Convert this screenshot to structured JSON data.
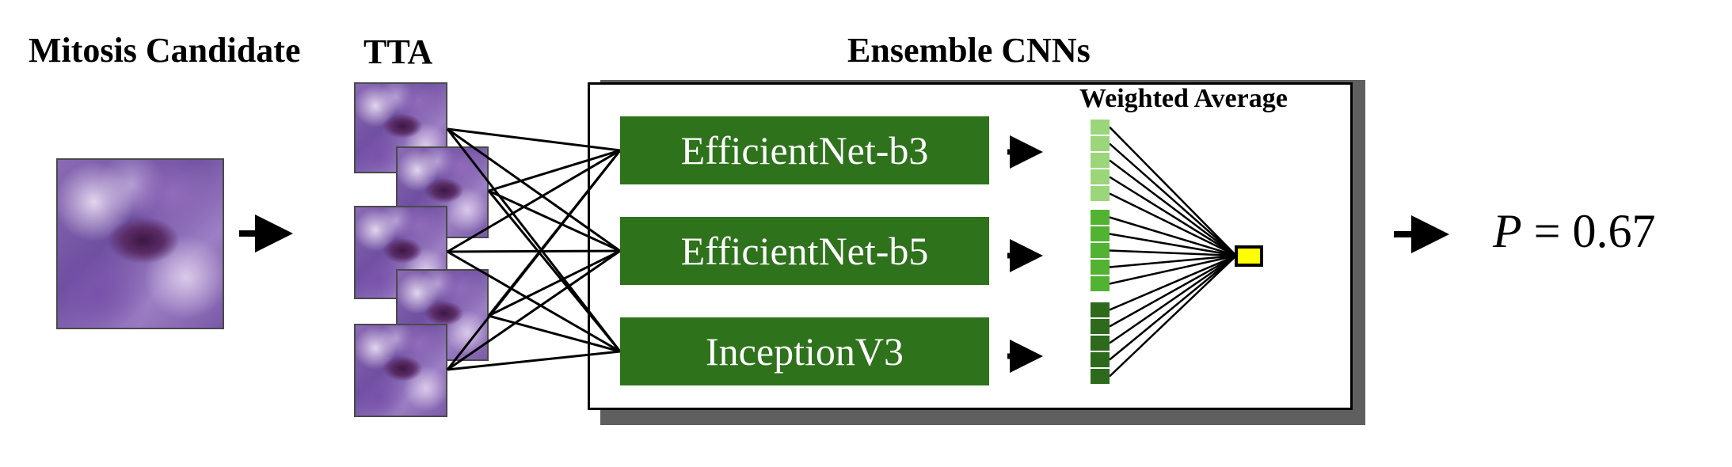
{
  "labels": {
    "mitosis_candidate": "Mitosis Candidate",
    "tta": "TTA",
    "ensemble_cnns": "Ensemble CNNs",
    "weighted_average": "Weighted Average"
  },
  "models": [
    {
      "name": "EfficientNet-b3"
    },
    {
      "name": "EfficientNet-b5"
    },
    {
      "name": "InceptionV3"
    }
  ],
  "output": {
    "variable": "P",
    "equals": "=",
    "value": "0.67"
  },
  "colors": {
    "model_box": "#2e721c",
    "neurons_b3": "#9bd67a",
    "neurons_b5": "#52b232",
    "neurons_inception": "#2e6a1c",
    "output_node": "#ffff00"
  }
}
